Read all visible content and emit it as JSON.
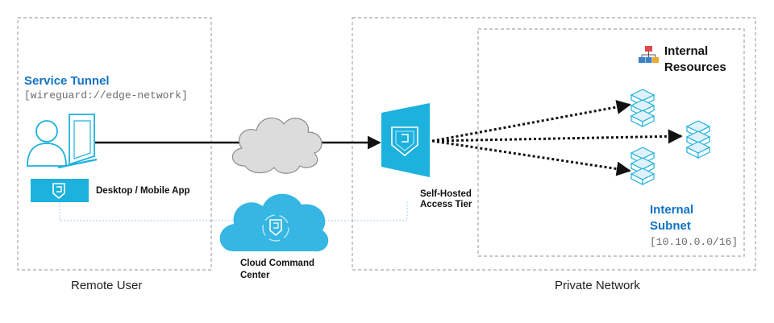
{
  "remote_user": {
    "caption": "Remote User",
    "tunnel_title": "Service Tunnel",
    "tunnel_url": "[wireguard://edge-network]",
    "app_label": "Desktop / Mobile App"
  },
  "cloud_command_center": {
    "label_line1": "Cloud Command",
    "label_line2": "Center"
  },
  "access_tier": {
    "label_line1": "Self-Hosted",
    "label_line2": "Access Tier"
  },
  "private_network": {
    "caption": "Private Network",
    "resources_line1": "Internal",
    "resources_line2": "Resources",
    "subnet_line1": "Internal",
    "subnet_line2": "Subnet",
    "subnet_cidr": "[10.10.0.0/16]"
  },
  "colors": {
    "brand_blue": "#1273c4",
    "shield_cyan": "#1db1dd",
    "cloud_cyan": "#35b6e3",
    "box_border": "#a6a6a6"
  }
}
